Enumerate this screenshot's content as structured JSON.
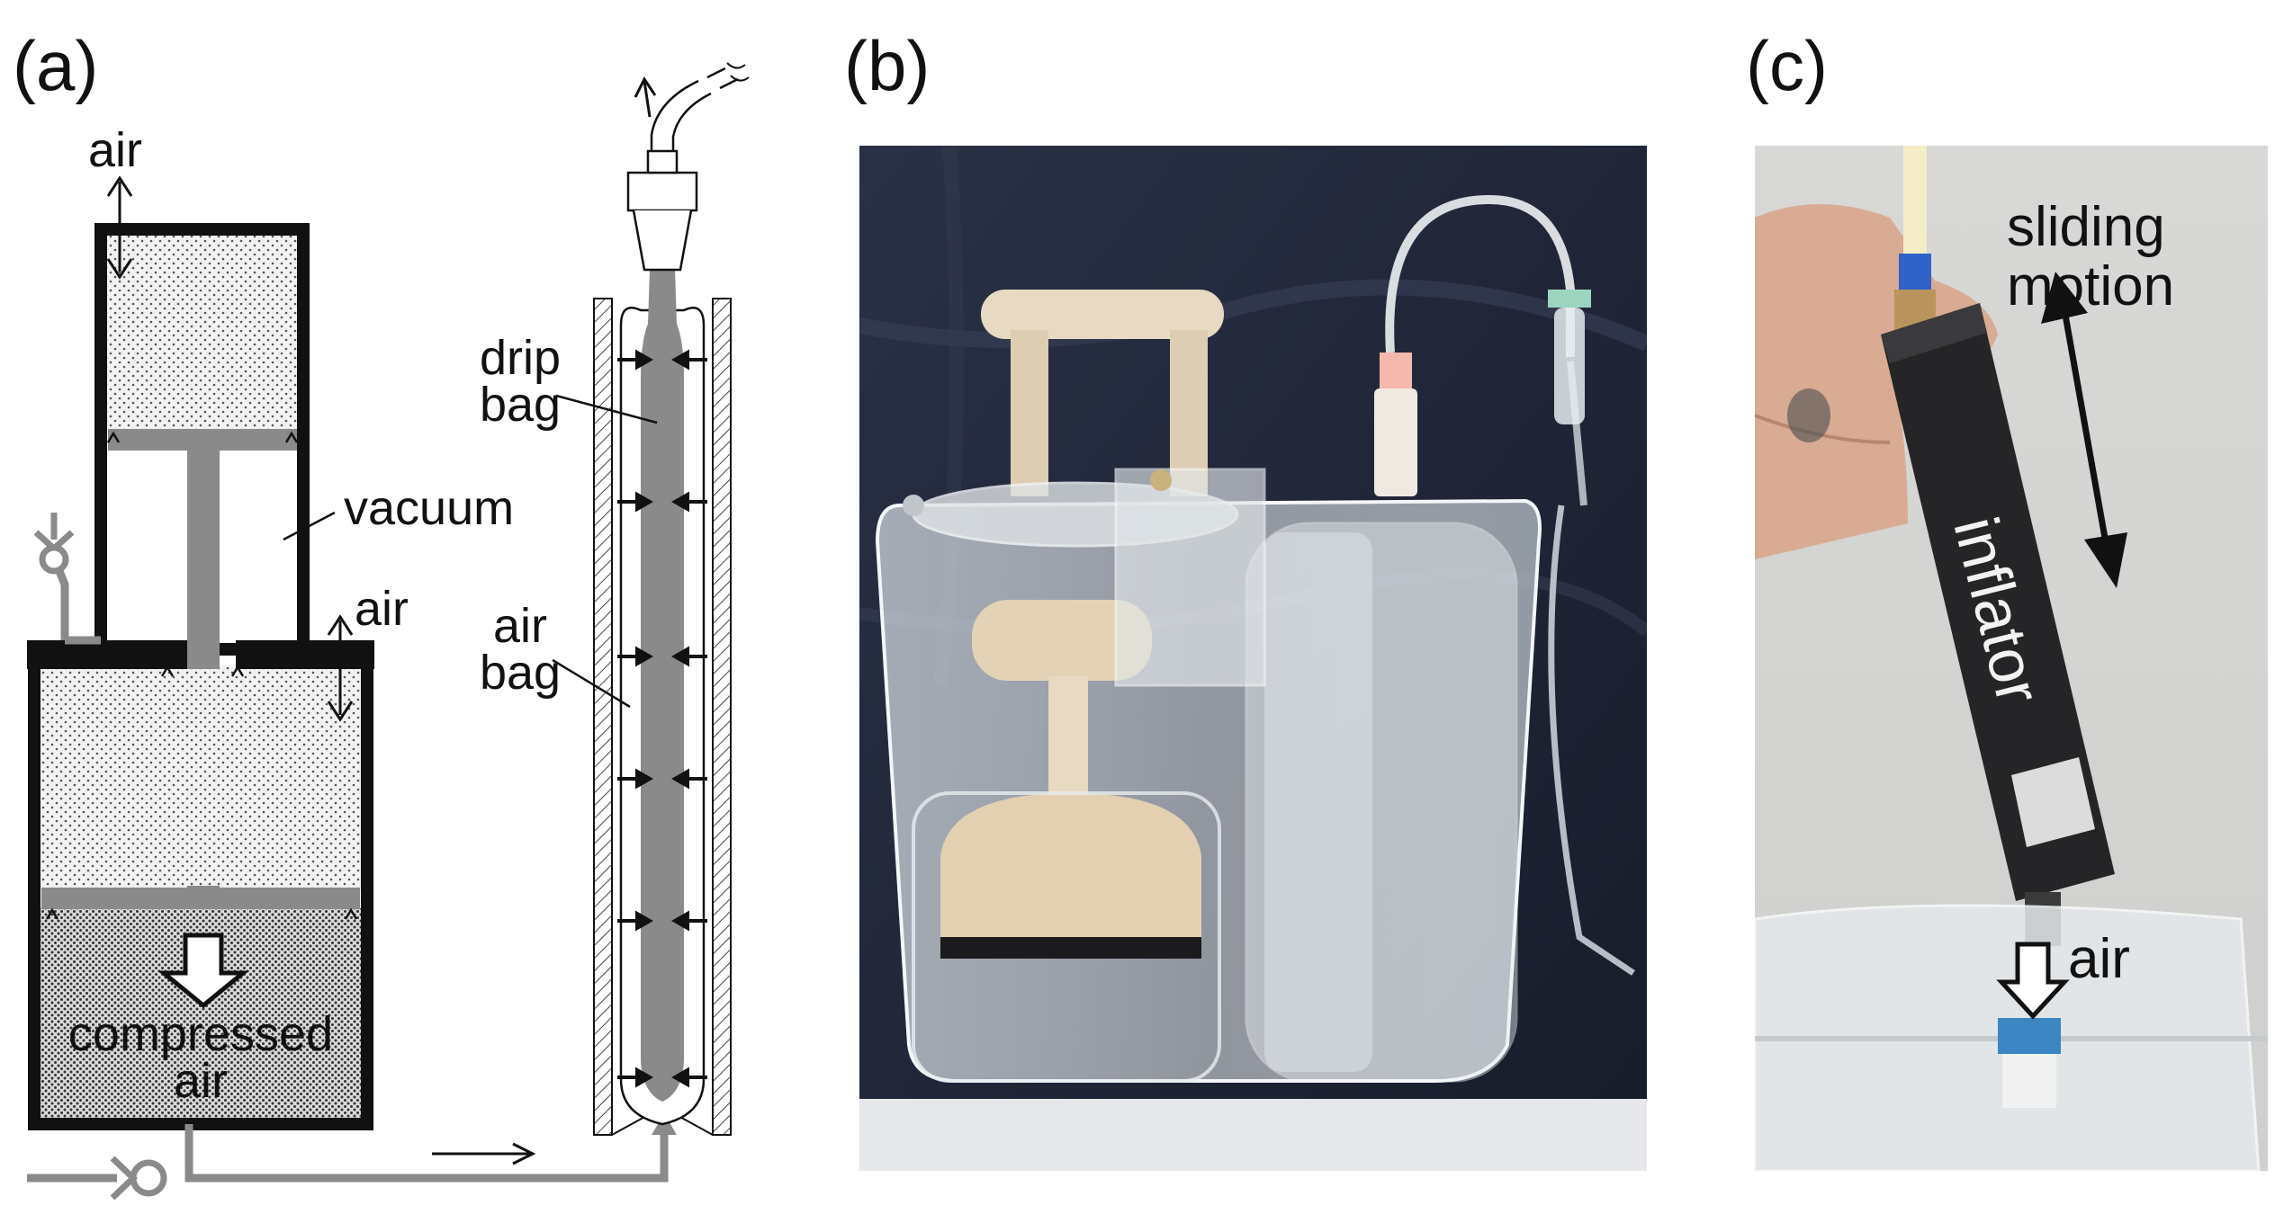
{
  "panels": {
    "a": {
      "label": "(a)",
      "labels": {
        "air_top": "air",
        "vacuum": "vacuum",
        "air_middle": "air",
        "compressed_air_line1": "compressed",
        "compressed_air_line2": "air",
        "drip_bag_line1": "drip",
        "drip_bag_line2": "bag",
        "air_bag_line1": "air",
        "air_bag_line2": "bag"
      }
    },
    "b": {
      "label": "(b)"
    },
    "c": {
      "label": "(c)",
      "labels": {
        "sliding_line1": "sliding",
        "sliding_line2": "motion",
        "inflator": "inflator",
        "air": "air"
      }
    }
  },
  "colors": {
    "line": "#111111",
    "pipe_gray": "#8a8a8a",
    "dot_fill": "#e9e9e9",
    "photo_b_bg": "#1f2537",
    "photo_c_bg": "#d6d6d4"
  }
}
